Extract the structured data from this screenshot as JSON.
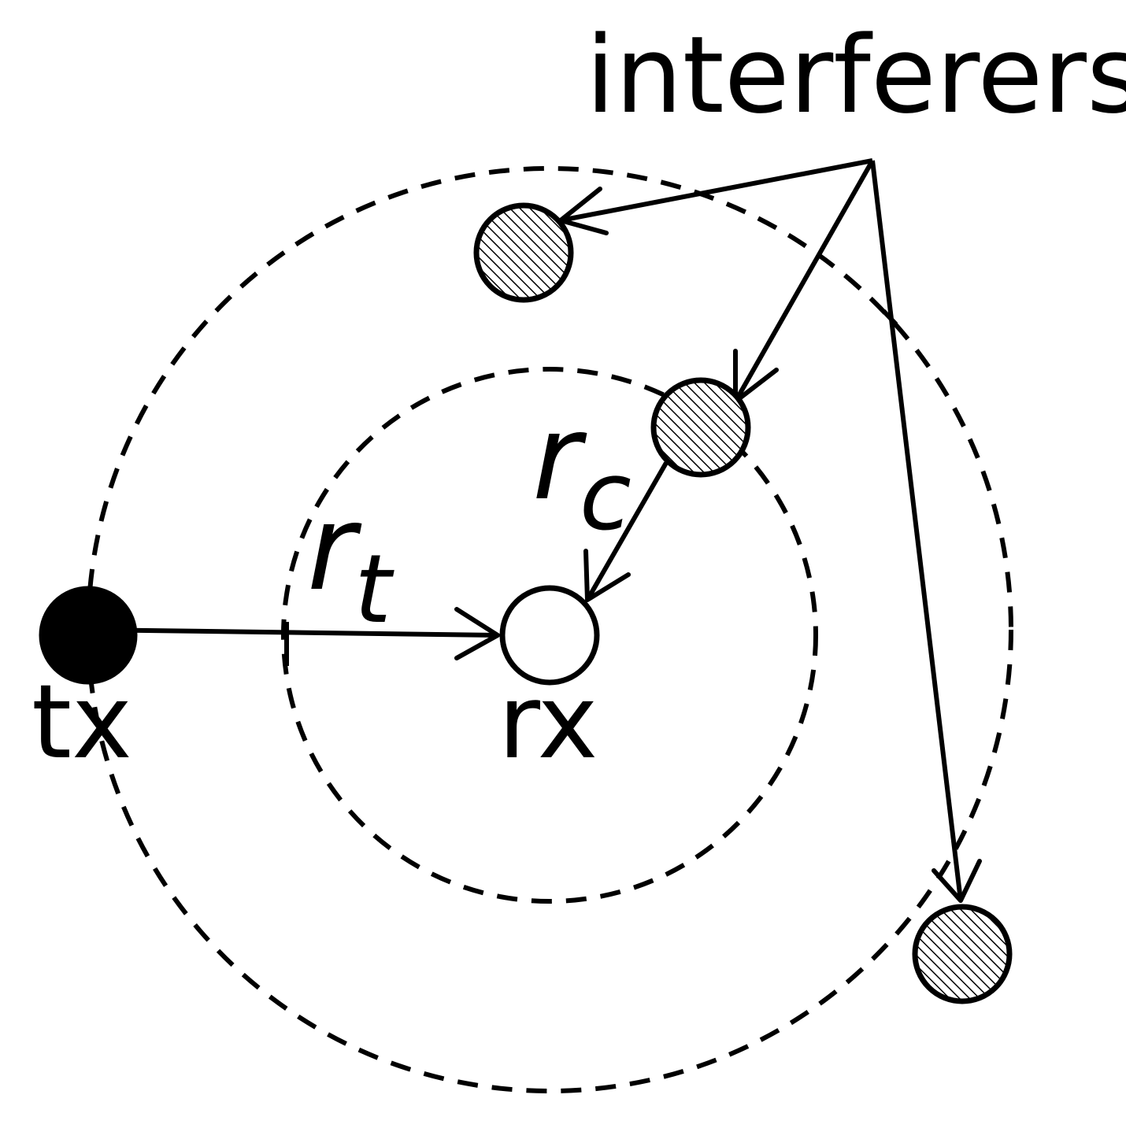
{
  "labels": {
    "interferers": "interferers",
    "tx": "tx",
    "rx": "rx",
    "r_t_base": "r",
    "r_t_sub": "t",
    "r_c_base": "r",
    "r_c_sub": "c"
  },
  "colors": {
    "ink": "#000000",
    "background": "#ffffff",
    "hatch": "#000000"
  }
}
